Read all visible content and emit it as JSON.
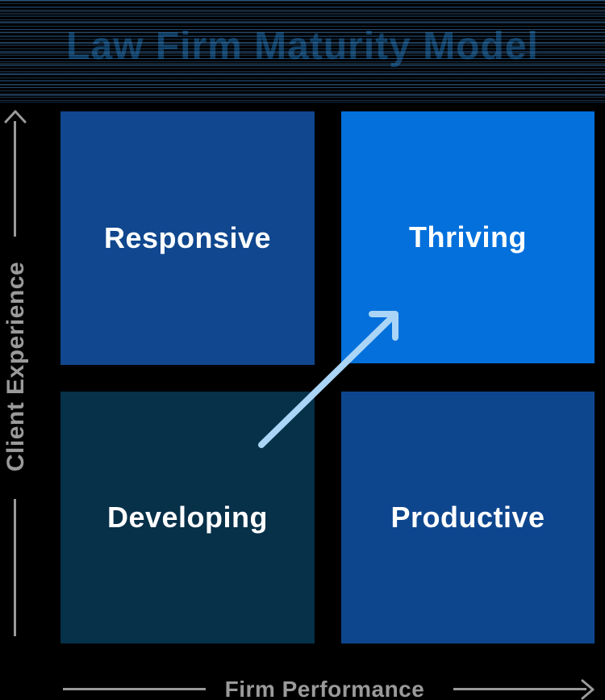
{
  "title": "Law Firm Maturity Model",
  "title_color": "#0d3a5e",
  "background_color": "#000000",
  "quadrants": [
    {
      "label": "Responsive",
      "position": "top-left",
      "color": "#10478e",
      "text_color": "#ffffff"
    },
    {
      "label": "Thriving",
      "position": "top-right",
      "color": "#0370dc",
      "text_color": "#ffffff"
    },
    {
      "label": "Developing",
      "position": "bottom-left",
      "color": "#073049",
      "text_color": "#ffffff"
    },
    {
      "label": "Productive",
      "position": "bottom-right",
      "color": "#0e468e",
      "text_color": "#ffffff"
    }
  ],
  "axes": {
    "y": {
      "label": "Client Experience",
      "color": "#9a9a9a"
    },
    "x": {
      "label": "Firm Performance",
      "color": "#9a9a9a"
    }
  },
  "growth_arrow": {
    "color": "#aad5f7",
    "from_quadrant": "Developing",
    "to_quadrant": "Thriving"
  }
}
